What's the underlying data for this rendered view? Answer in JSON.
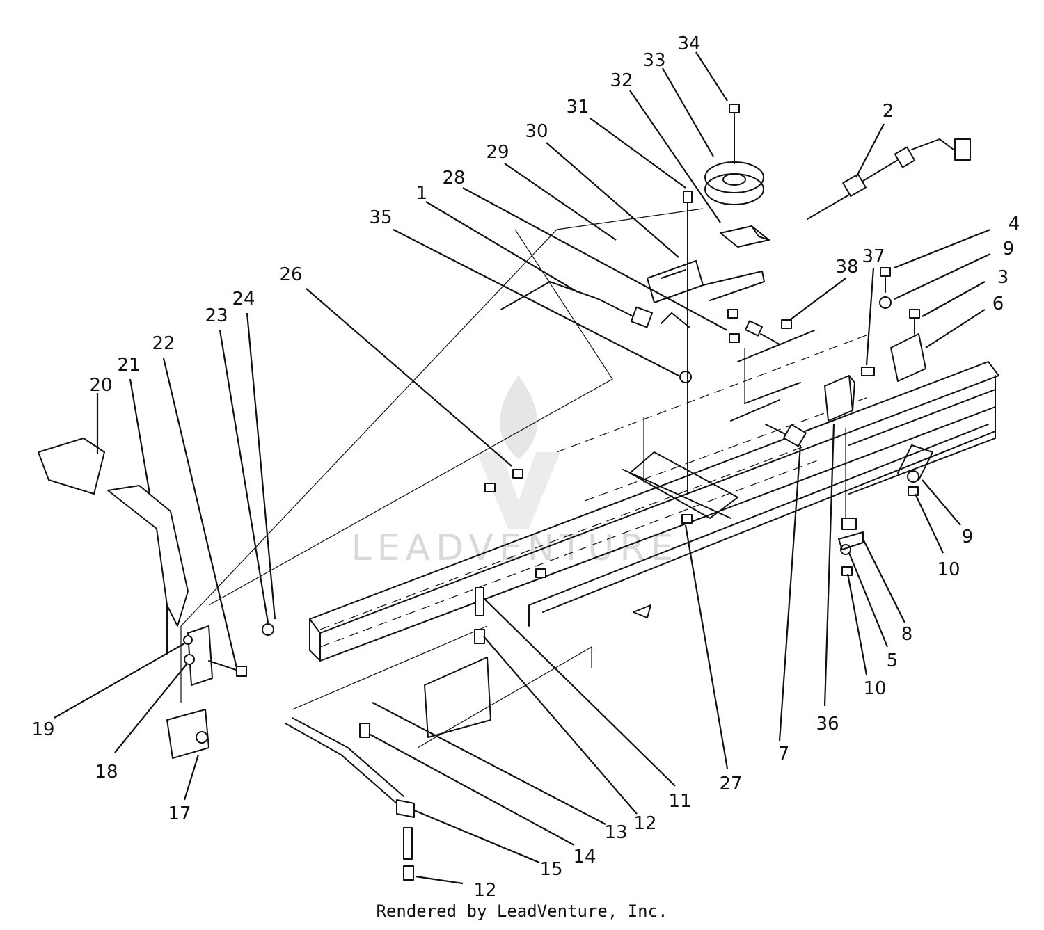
{
  "diagram": {
    "credit": "Rendered by LeadVenture, Inc.",
    "watermark": "LEADVENTURE",
    "callouts": [
      {
        "id": "1",
        "label": "1"
      },
      {
        "id": "2",
        "label": "2"
      },
      {
        "id": "3",
        "label": "3"
      },
      {
        "id": "4",
        "label": "4"
      },
      {
        "id": "5",
        "label": "5"
      },
      {
        "id": "6",
        "label": "6"
      },
      {
        "id": "7",
        "label": "7"
      },
      {
        "id": "8",
        "label": "8"
      },
      {
        "id": "9a",
        "label": "9"
      },
      {
        "id": "9b",
        "label": "9"
      },
      {
        "id": "10a",
        "label": "10"
      },
      {
        "id": "10b",
        "label": "10"
      },
      {
        "id": "11",
        "label": "11"
      },
      {
        "id": "12a",
        "label": "12"
      },
      {
        "id": "12b",
        "label": "12"
      },
      {
        "id": "13",
        "label": "13"
      },
      {
        "id": "14",
        "label": "14"
      },
      {
        "id": "15",
        "label": "15"
      },
      {
        "id": "17",
        "label": "17"
      },
      {
        "id": "18",
        "label": "18"
      },
      {
        "id": "19",
        "label": "19"
      },
      {
        "id": "20",
        "label": "20"
      },
      {
        "id": "21",
        "label": "21"
      },
      {
        "id": "22",
        "label": "22"
      },
      {
        "id": "23",
        "label": "23"
      },
      {
        "id": "24",
        "label": "24"
      },
      {
        "id": "26",
        "label": "26"
      },
      {
        "id": "27",
        "label": "27"
      },
      {
        "id": "28",
        "label": "28"
      },
      {
        "id": "29",
        "label": "29"
      },
      {
        "id": "30",
        "label": "30"
      },
      {
        "id": "31",
        "label": "31"
      },
      {
        "id": "32",
        "label": "32"
      },
      {
        "id": "33",
        "label": "33"
      },
      {
        "id": "34",
        "label": "34"
      },
      {
        "id": "35",
        "label": "35"
      },
      {
        "id": "36",
        "label": "36"
      },
      {
        "id": "37",
        "label": "37"
      },
      {
        "id": "38",
        "label": "38"
      }
    ]
  }
}
